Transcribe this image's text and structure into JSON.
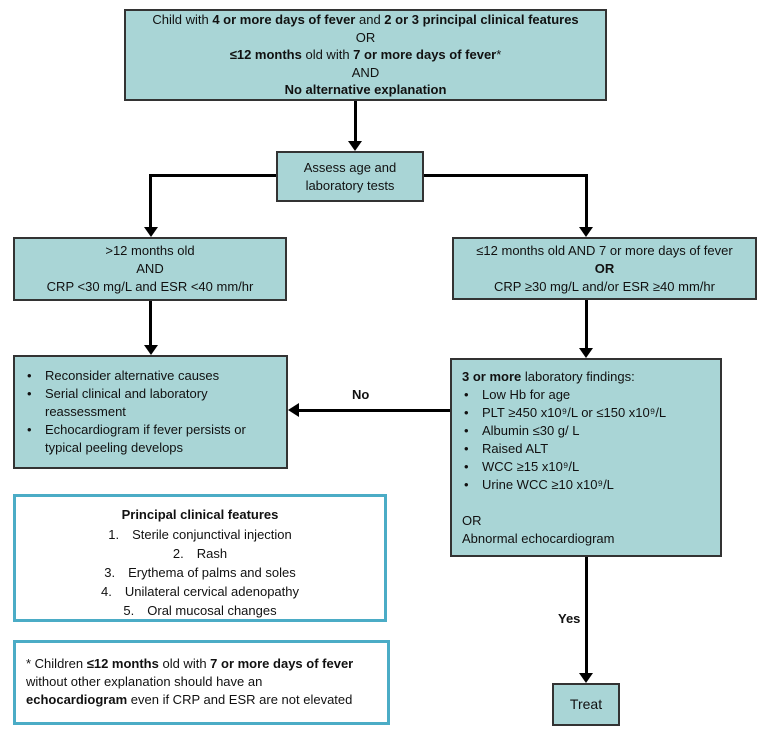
{
  "colors": {
    "box_fill": "#a9d5d6",
    "box_border": "#333333",
    "accent_border": "#4bacc6",
    "connector": "#000000"
  },
  "top_box": {
    "line1": [
      {
        "t": "Child with ",
        "b": false
      },
      {
        "t": "4 or more days of fever",
        "b": true
      },
      {
        "t": " and ",
        "b": false
      },
      {
        "t": "2 or 3 principal clinical features",
        "b": true
      }
    ],
    "line2": "OR",
    "line3": [
      {
        "t": "≤12 months",
        "b": true
      },
      {
        "t": " old with ",
        "b": false
      },
      {
        "t": "7 or more days of fever",
        "b": true
      },
      {
        "t": "*",
        "b": false
      }
    ],
    "line4": "AND",
    "line5": "No alternative explanation"
  },
  "assess_box": {
    "line1": "Assess age and",
    "line2": "laboratory tests"
  },
  "left_criteria_box": {
    "line1": ">12 months old",
    "line2": "AND",
    "line3": "CRP <30 mg/L and ESR <40 mm/hr"
  },
  "right_criteria_box": {
    "line1": "≤12 months old AND 7 or more days of fever",
    "line2": "OR",
    "line3": "CRP ≥30 mg/L and/or ESR ≥40 mm/hr"
  },
  "reconsider_box": {
    "bullet_char": "•",
    "items": [
      "Reconsider alternative causes",
      "Serial clinical and laboratory reassessment",
      "Echocardiogram if fever persists or typical peeling develops"
    ]
  },
  "lab_box": {
    "heading": [
      {
        "t": "3 or more",
        "b": true
      },
      {
        "t": " laboratory findings:",
        "b": false
      }
    ],
    "bullet_char": "•",
    "items": [
      "Low Hb for age",
      "PLT ≥450 x10⁹/L or ≤150 x10⁹/L",
      "Albumin ≤30 g/ L",
      "Raised ALT",
      "WCC ≥15 x10⁹/L",
      "Urine WCC ≥10 x10⁹/L"
    ],
    "or_line": "OR",
    "alt_line": "Abnormal echocardiogram"
  },
  "principal_box": {
    "title": "Principal clinical features",
    "items": [
      {
        "num": "1.",
        "text": "Sterile conjunctival injection"
      },
      {
        "num": "2.",
        "text": "Rash"
      },
      {
        "num": "3.",
        "text": "Erythema of palms and soles"
      },
      {
        "num": "4.",
        "text": "Unilateral cervical adenopathy"
      },
      {
        "num": "5.",
        "text": "Oral mucosal changes"
      }
    ]
  },
  "footnote_box": {
    "line1": [
      {
        "t": "* Children ",
        "b": false
      },
      {
        "t": "≤12 months",
        "b": true
      },
      {
        "t": " old with ",
        "b": false
      },
      {
        "t": "7 or more days of fever",
        "b": true
      }
    ],
    "line2": "without other explanation should have an",
    "line3": [
      {
        "t": "echocardiogram",
        "b": true
      },
      {
        "t": " even if CRP and ESR are not elevated",
        "b": false
      }
    ]
  },
  "labels": {
    "no": "No",
    "yes": "Yes"
  },
  "treat_box": {
    "label": "Treat"
  }
}
